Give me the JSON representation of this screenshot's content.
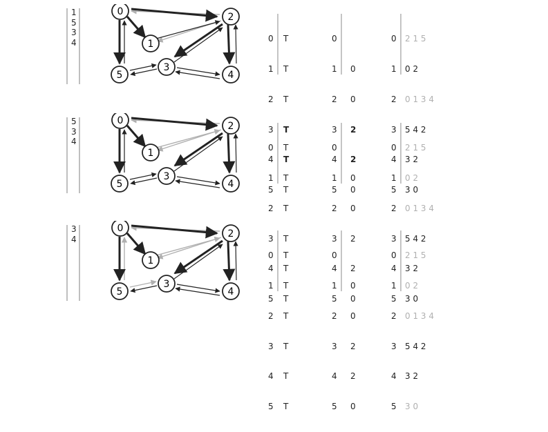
{
  "panels": [
    {
      "queue": [
        "1",
        "5",
        "3",
        "4"
      ],
      "marked": [
        {
          "v": "0",
          "m": "T",
          "bold": false
        },
        {
          "v": "1",
          "m": "T",
          "bold": false
        },
        {
          "v": "2",
          "m": "T",
          "bold": false
        },
        {
          "v": "3",
          "m": "T",
          "bold": true
        },
        {
          "v": "4",
          "m": "T",
          "bold": true
        },
        {
          "v": "5",
          "m": "T",
          "bold": false
        }
      ],
      "edgeTo": [
        {
          "v": "0",
          "e": "",
          "bold": false
        },
        {
          "v": "1",
          "e": "0",
          "bold": false
        },
        {
          "v": "2",
          "e": "0",
          "bold": false
        },
        {
          "v": "3",
          "e": "2",
          "bold": true
        },
        {
          "v": "4",
          "e": "2",
          "bold": true
        },
        {
          "v": "5",
          "e": "0",
          "bold": false
        }
      ],
      "adj": [
        {
          "v": "0",
          "list": "2 1 5",
          "faint": true
        },
        {
          "v": "1",
          "list": "0 2",
          "faint": false
        },
        {
          "v": "2",
          "list": "0 1 3 4",
          "faint": true
        },
        {
          "v": "3",
          "list": "5 4 2",
          "faint": false
        },
        {
          "v": "4",
          "list": "3 2",
          "faint": false
        },
        {
          "v": "5",
          "list": "3 0",
          "faint": false
        }
      ]
    },
    {
      "queue": [
        "5",
        "3",
        "4"
      ],
      "marked": [
        {
          "v": "0",
          "m": "T",
          "bold": false
        },
        {
          "v": "1",
          "m": "T",
          "bold": false
        },
        {
          "v": "2",
          "m": "T",
          "bold": false
        },
        {
          "v": "3",
          "m": "T",
          "bold": false
        },
        {
          "v": "4",
          "m": "T",
          "bold": false
        },
        {
          "v": "5",
          "m": "T",
          "bold": false
        }
      ],
      "edgeTo": [
        {
          "v": "0",
          "e": "",
          "bold": false
        },
        {
          "v": "1",
          "e": "0",
          "bold": false
        },
        {
          "v": "2",
          "e": "0",
          "bold": false
        },
        {
          "v": "3",
          "e": "2",
          "bold": false
        },
        {
          "v": "4",
          "e": "2",
          "bold": false
        },
        {
          "v": "5",
          "e": "0",
          "bold": false
        }
      ],
      "adj": [
        {
          "v": "0",
          "list": "2 1 5",
          "faint": true
        },
        {
          "v": "1",
          "list": "0 2",
          "faint": true
        },
        {
          "v": "2",
          "list": "0 1 3 4",
          "faint": true
        },
        {
          "v": "3",
          "list": "5 4 2",
          "faint": false
        },
        {
          "v": "4",
          "list": "3 2",
          "faint": false
        },
        {
          "v": "5",
          "list": "3 0",
          "faint": false
        }
      ]
    },
    {
      "queue": [
        "3",
        "4"
      ],
      "marked": [
        {
          "v": "0",
          "m": "T",
          "bold": false
        },
        {
          "v": "1",
          "m": "T",
          "bold": false
        },
        {
          "v": "2",
          "m": "T",
          "bold": false
        },
        {
          "v": "3",
          "m": "T",
          "bold": false
        },
        {
          "v": "4",
          "m": "T",
          "bold": false
        },
        {
          "v": "5",
          "m": "T",
          "bold": false
        }
      ],
      "edgeTo": [
        {
          "v": "0",
          "e": "",
          "bold": false
        },
        {
          "v": "1",
          "e": "0",
          "bold": false
        },
        {
          "v": "2",
          "e": "0",
          "bold": false
        },
        {
          "v": "3",
          "e": "2",
          "bold": false
        },
        {
          "v": "4",
          "e": "2",
          "bold": false
        },
        {
          "v": "5",
          "e": "0",
          "bold": false
        }
      ],
      "adj": [
        {
          "v": "0",
          "list": "2 1 5",
          "faint": true
        },
        {
          "v": "1",
          "list": "0 2",
          "faint": true
        },
        {
          "v": "2",
          "list": "0 1 3 4",
          "faint": true
        },
        {
          "v": "3",
          "list": "5 4 2",
          "faint": false
        },
        {
          "v": "4",
          "list": "3 2",
          "faint": false
        },
        {
          "v": "5",
          "list": "3 0",
          "faint": true
        }
      ]
    }
  ],
  "vertexLabels": [
    "0",
    "1",
    "2",
    "3",
    "4",
    "5"
  ],
  "colors": {
    "ink": "#222222",
    "faint": "#b0b0b0",
    "bar": "#bfbfbf"
  }
}
